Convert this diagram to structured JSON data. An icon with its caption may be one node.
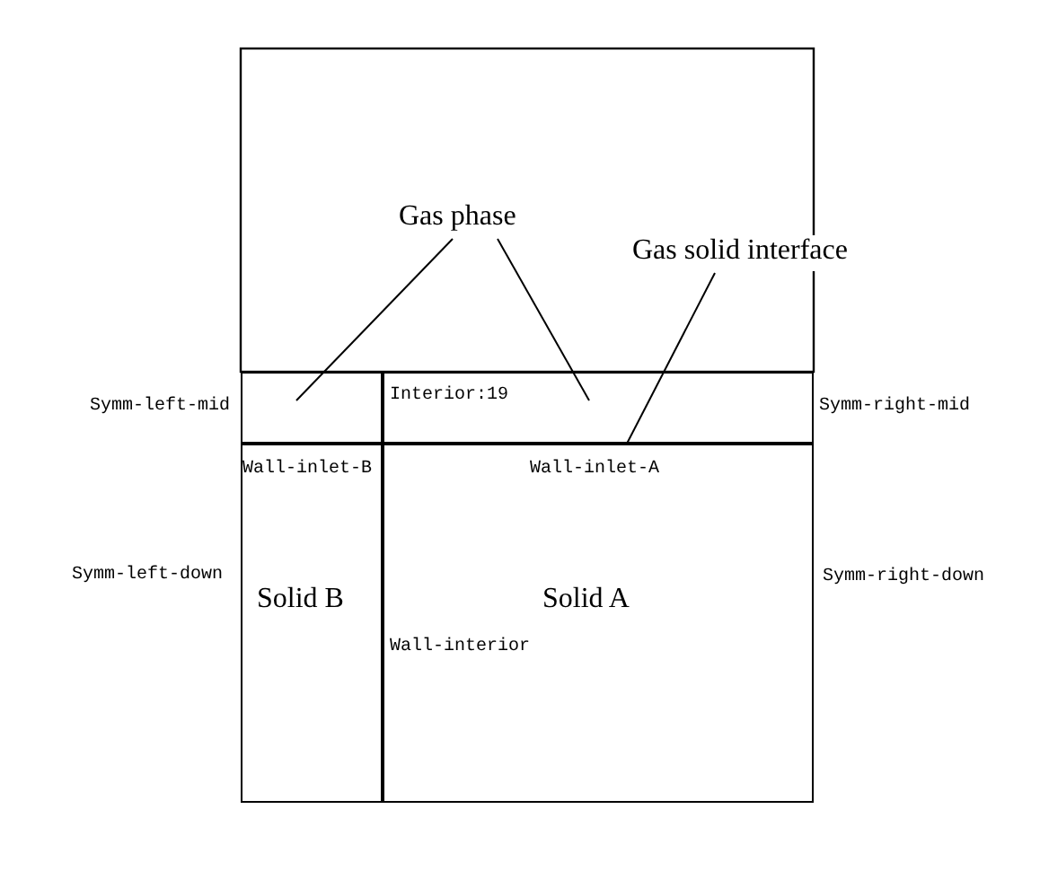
{
  "diagram": {
    "nodes": [
      {
        "text": [
          "Gas phase"
        ]
      },
      {
        "text": [
          "Gas solid interface"
        ]
      },
      {
        "text": [],
        "shape": "box"
      },
      {
        "text": [],
        "shape": "box"
      },
      {
        "text": [
          "Solid B"
        ]
      },
      {
        "text": [
          "Solid A"
        ]
      }
    ],
    "edges": [
      {
        "from": 0,
        "to": 2,
        "arrow": "none"
      },
      {
        "from": 0,
        "to": 3,
        "arrow": "none"
      },
      {
        "from": 1,
        "to": 3,
        "arrow": "none"
      }
    ],
    "labels": [
      "Interior:19",
      "Symm-left-mid",
      "Symm-right-mid",
      "Wall-inlet-B",
      "Wall-inlet-A",
      "Symm-left-down",
      "Symm-right-down",
      "Wall-interior"
    ]
  }
}
